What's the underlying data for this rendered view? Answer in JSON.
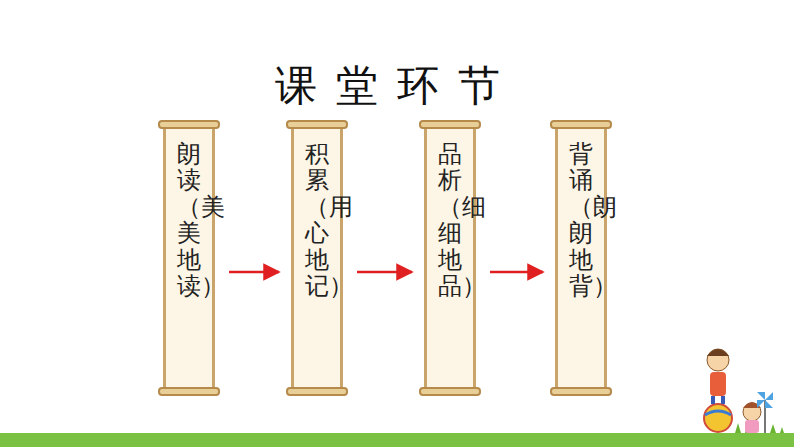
{
  "diagram": {
    "title": "课堂环节",
    "nodes": [
      {
        "text": [
          "朗读",
          "（美美地读）"
        ]
      },
      {
        "text": [
          "积累",
          "（用心地记）"
        ]
      },
      {
        "text": [
          "品析",
          "（细细地品）"
        ]
      },
      {
        "text": [
          "背诵",
          "（朗朗地背）"
        ]
      }
    ],
    "edges": [
      {
        "from": 0,
        "to": 1,
        "arrow": "to"
      },
      {
        "from": 1,
        "to": 2,
        "arrow": "to"
      },
      {
        "from": 2,
        "to": 3,
        "arrow": "to"
      }
    ]
  }
}
